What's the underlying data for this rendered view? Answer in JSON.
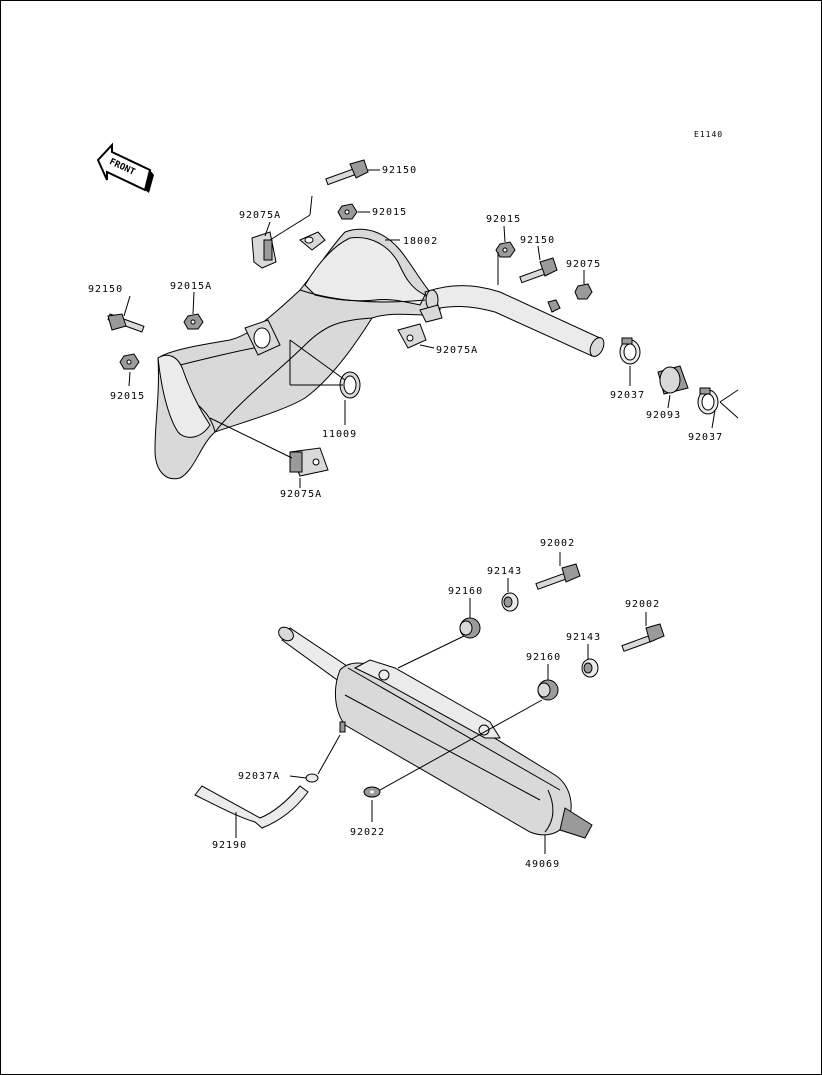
{
  "reference_code": "E1140",
  "front_label": "FRONT",
  "upper_labels": {
    "bolt_top": "92150",
    "nut_top": "92015",
    "bracket_left_top": "92075A",
    "chamber": "18002",
    "nut_right": "92015",
    "bolt_right": "92150",
    "nut_far_right": "92075",
    "bolt_left": "92150",
    "nut_left_a": "92015A",
    "nut_left": "92015",
    "bracket_mid": "92075A",
    "gasket": "11009",
    "bracket_bottom": "92075A",
    "clamp_1": "92037",
    "joint": "92093",
    "clamp_2": "92037"
  },
  "lower_labels": {
    "bolt_1": "92002",
    "collar_1": "92143",
    "grommet_1": "92160",
    "bolt_2": "92002",
    "collar_2": "92143",
    "grommet_2": "92160",
    "clamp_hose": "92037A",
    "hose": "92190",
    "washer": "92022",
    "silencer": "49069"
  }
}
